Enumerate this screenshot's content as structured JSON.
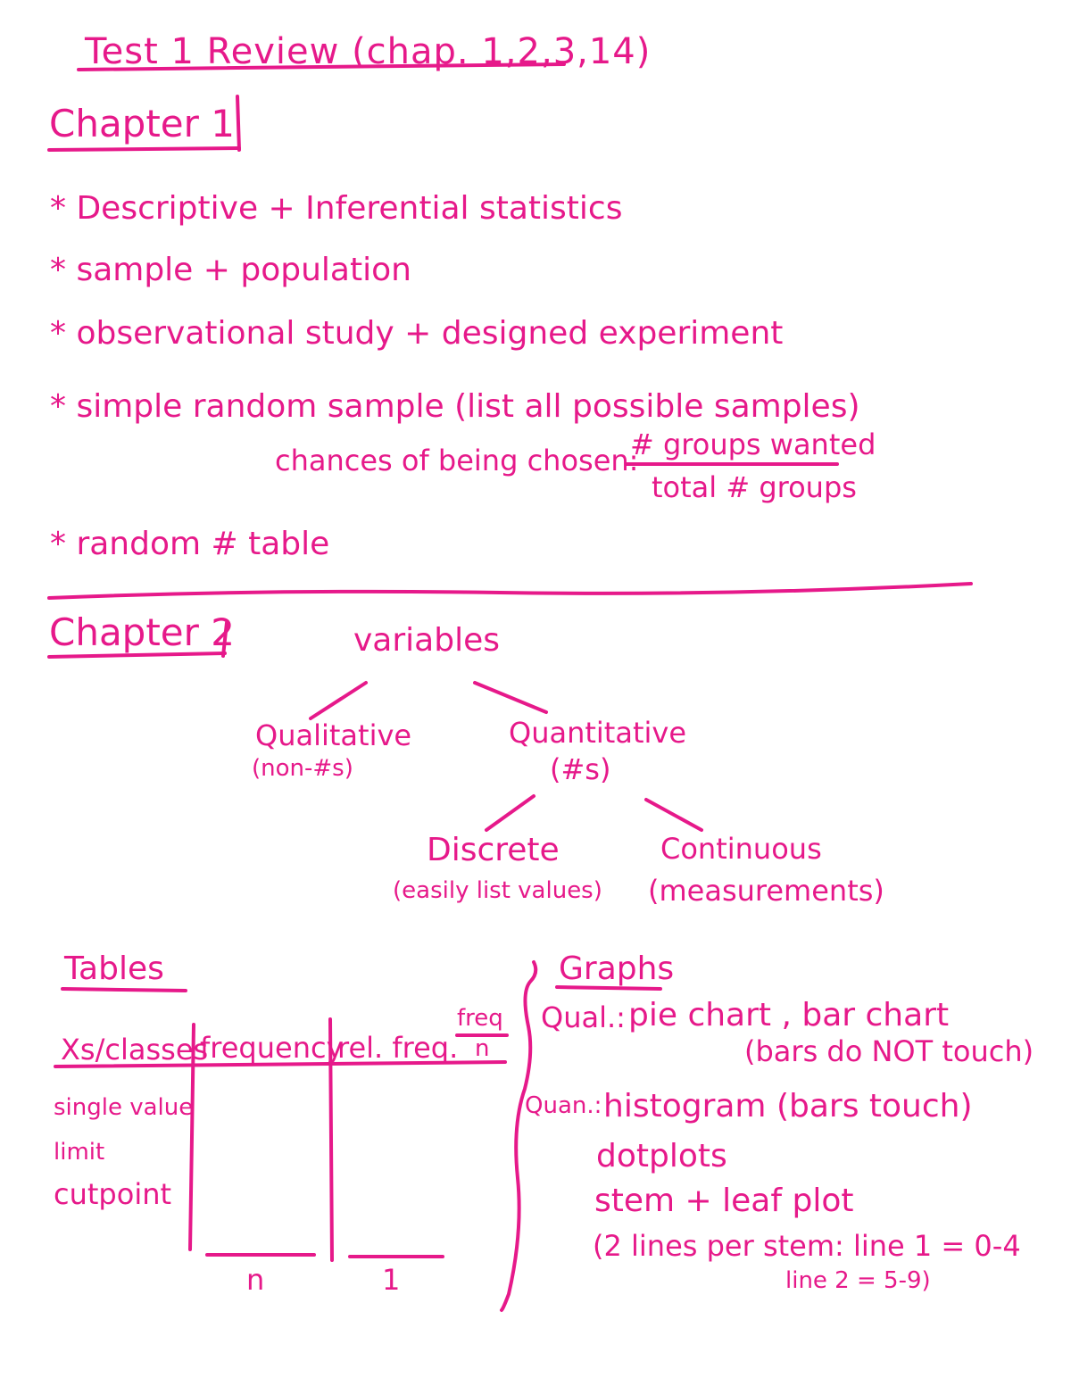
{
  "title": "Test 1 Review (chap. 1,2,3,14)",
  "chapter1": {
    "heading": "Chapter 1",
    "bullets": [
      "* Descriptive + Inferential statistics",
      "* sample + population",
      "* observational study + designed experiment",
      "* simple random sample (list all possible samples)",
      "* random # table"
    ],
    "chances_label": "chances of being chosen:",
    "fraction_numerator": "# groups wanted",
    "fraction_denominator": "total # groups"
  },
  "chapter2": {
    "heading": "Chapter 2",
    "tree": {
      "root": "variables",
      "qualitative": "Qualitative",
      "qualitative_note": "(non-#s)",
      "quantitative": "Quantitative",
      "quantitative_note": "(#s)",
      "discrete": "Discrete",
      "discrete_note": "(easily list values)",
      "continuous": "Continuous",
      "continuous_note": "(measurements)"
    },
    "tables": {
      "heading": "Tables",
      "columns": [
        "Xs/classes",
        "frequency",
        "rel. freq."
      ],
      "relfreq_numerator": "freq",
      "relfreq_denominator": "n",
      "row_labels": [
        "single value",
        "limit",
        "cutpoint"
      ],
      "totals": [
        "n",
        "1"
      ]
    },
    "graphs": {
      "heading": "Graphs",
      "qual_label": "Qual.:",
      "qual_text": "pie chart , bar chart",
      "qual_note": "(bars do NOT touch)",
      "quan_label": "Quan.:",
      "quan_items": [
        "histogram (bars touch)",
        "dotplots",
        "stem + leaf plot"
      ],
      "stem_note_line1": "(2 lines per stem: line 1 = 0-4",
      "stem_note_line2": "line 2 = 5-9)"
    }
  }
}
